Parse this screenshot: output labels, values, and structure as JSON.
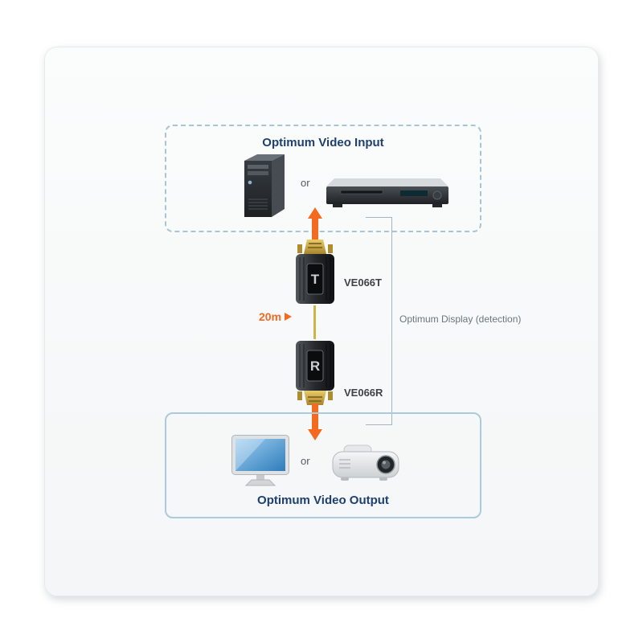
{
  "input_box": {
    "title": "Optimum Video Input",
    "or_label": "or"
  },
  "output_box": {
    "title": "Optimum Video Output",
    "or_label": "or"
  },
  "transmitter": {
    "label": "VE066T",
    "marking": "T"
  },
  "receiver": {
    "label": "VE066R",
    "marking": "R"
  },
  "cable": {
    "distance_label": "20m"
  },
  "detection": {
    "label": "Optimum Display (detection)"
  },
  "colors": {
    "accent_orange": "#f26b21",
    "title_navy": "#1d4071",
    "solid_box_border": "#abcadb",
    "dashed_box_border": "#a9c4d4",
    "muted_gray_text": "#6b757d",
    "cable_gold": "#cdb54a"
  }
}
